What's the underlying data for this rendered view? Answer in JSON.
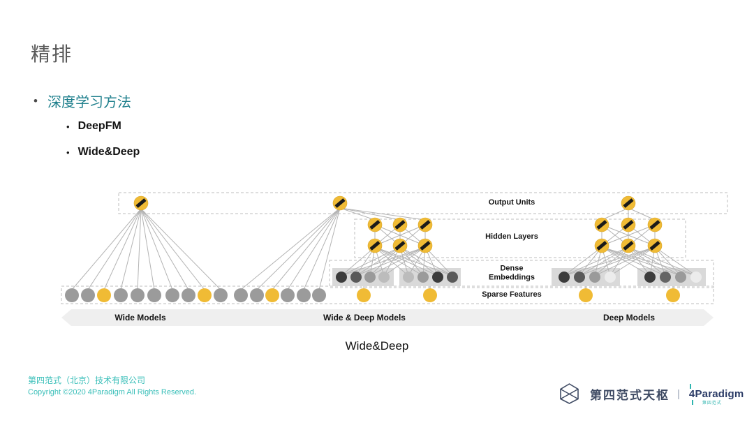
{
  "slide": {
    "title": "精排",
    "bullet": "深度学习方法",
    "sub_bullets": [
      "DeepFM",
      "Wide&Deep"
    ],
    "caption": "Wide&Deep"
  },
  "diagram": {
    "layer_labels": {
      "output": "Output Units",
      "hidden": "Hidden Layers",
      "dense_line1": "Dense",
      "dense_line2": "Embeddings",
      "sparse": "Sparse Features"
    },
    "section_labels": [
      "Wide Models",
      "Wide & Deep Models",
      "Deep Models"
    ],
    "colors": {
      "node_yellow": "#F0BB35",
      "node_gray": "#9B9B9B",
      "stripe": "#1A1A1A",
      "edge": "#B3B3B3",
      "dash": "#C9C9C9",
      "embed_box": "#D9D9D9",
      "banner": "#EFEFEF"
    },
    "wide": {
      "sparse_colors": [
        "gray",
        "gray",
        "yellow",
        "gray",
        "gray",
        "gray",
        "gray",
        "gray",
        "yellow",
        "gray"
      ]
    },
    "wide_deep": {
      "wide_sparse_colors": [
        "gray",
        "gray",
        "yellow",
        "gray",
        "gray",
        "gray"
      ],
      "embed_left": [
        "#3B3B3B",
        "#595959",
        "#9A9A9A",
        "#BCBCBC"
      ],
      "embed_right": [
        "#BCBCBC",
        "#9A9A9A",
        "#3B3B3B",
        "#595959"
      ]
    },
    "deep": {
      "embed_left": [
        "#3B3B3B",
        "#595959",
        "#9A9A9A",
        "#ECECEC"
      ],
      "embed_right": [
        "#3B3B3B",
        "#656565",
        "#9A9A9A",
        "#ECECEC"
      ]
    }
  },
  "footer": {
    "company": "第四范式（北京）技术有限公司",
    "copyright": "Copyright ©2020 4Paradigm All Rights Reserved."
  },
  "brand": {
    "product": "第四范式天枢",
    "separator": "|",
    "logo_text": "4Paradigm",
    "logo_sub": "第四范式"
  }
}
